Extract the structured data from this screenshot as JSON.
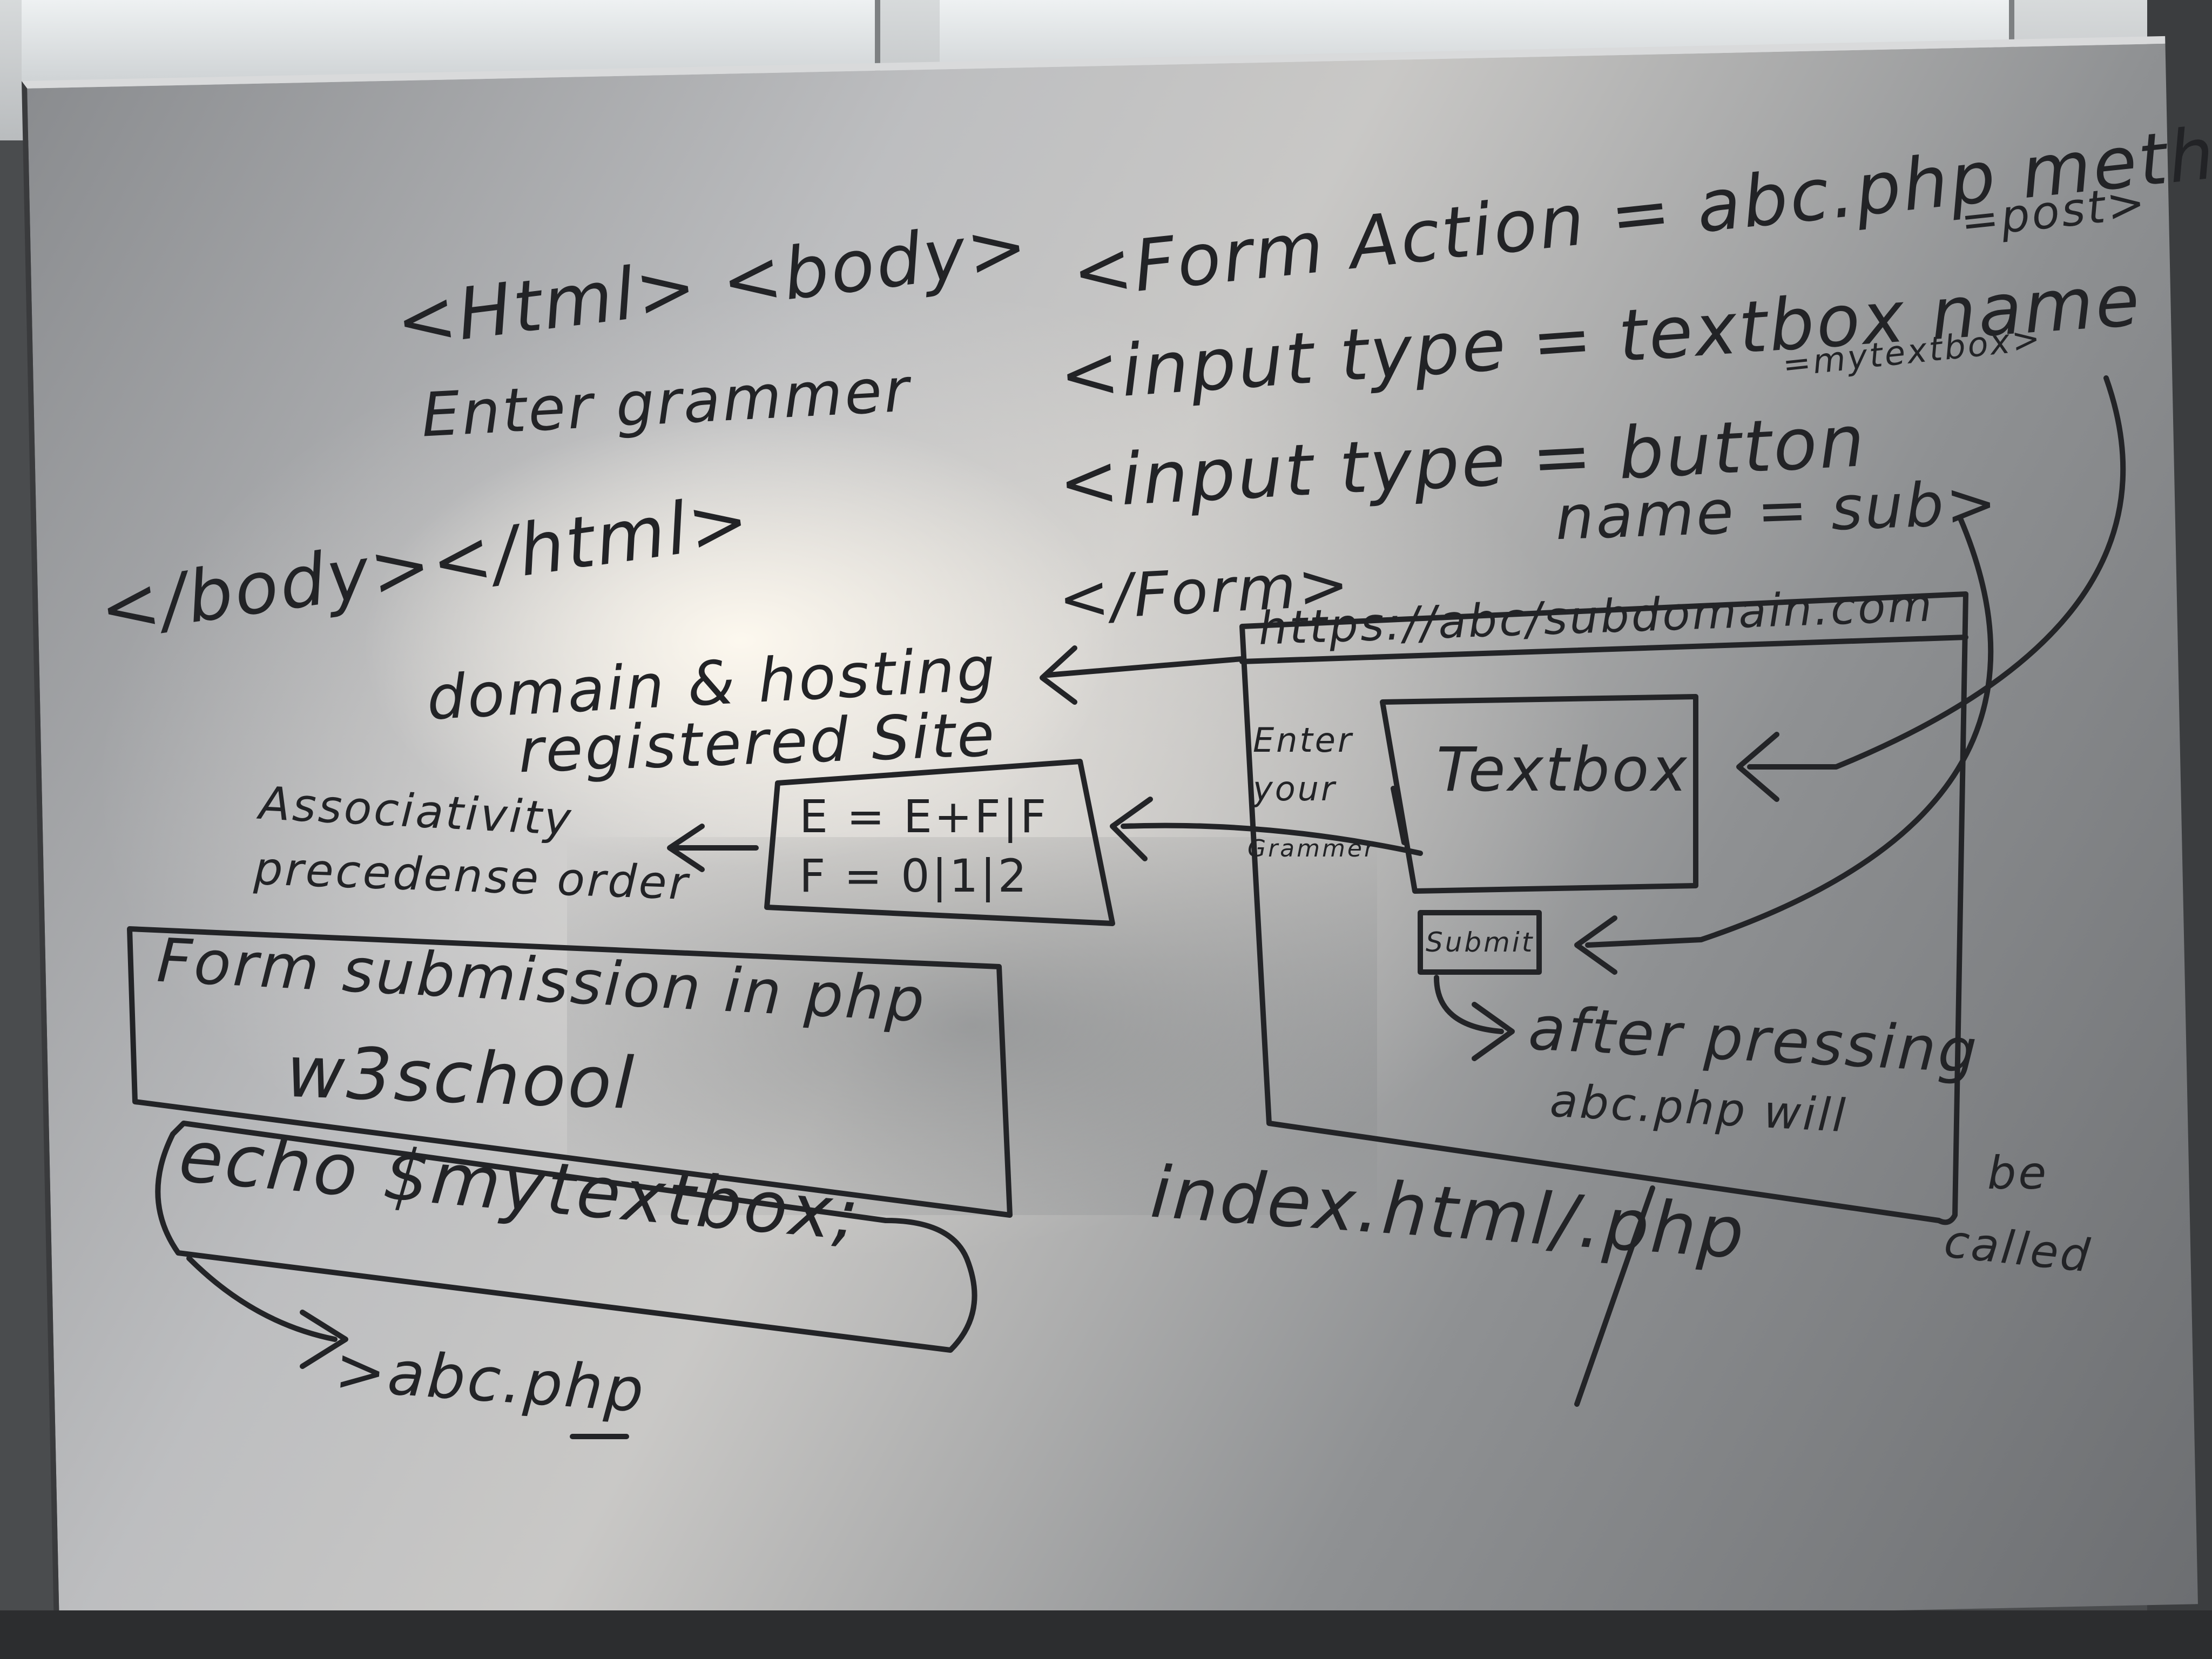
{
  "board": {
    "html_open": "<Html> <body>",
    "enter_grammar": "Enter grammer",
    "close_tags": "</body></html>",
    "form_action": "<Form Action = abc.php method",
    "form_method": "=post>",
    "input_text": "<input type = textbox name",
    "input_text_name": "=mytextbox>",
    "input_button": "<input type = button",
    "input_button_name": "name = sub>",
    "form_close": "</Form>",
    "domain_line1": "domain & hosting",
    "domain_line2": "registered Site",
    "url_bar": "https://abc/subdomain.com",
    "enter_your": "Enter",
    "enter_your2": "your",
    "grammar_small": "Grammer",
    "textbox_label": "Textbox",
    "submit_label": "Submit",
    "after_line1": "after pressing",
    "after_line2": "abc.php will",
    "be_called": "be",
    "called": "called",
    "assoc_line1": "Associativity",
    "assoc_line2": "precedense order",
    "grammar_rule1": "E = E+F|F",
    "grammar_rule2": "F = 0|1|2",
    "form_sub_line1": "Form submission in php",
    "form_sub_line2": "w3school",
    "echo_line": "echo $mytextbox;",
    "abc_php": ">abc.php",
    "index_file": "index.html/.php"
  }
}
